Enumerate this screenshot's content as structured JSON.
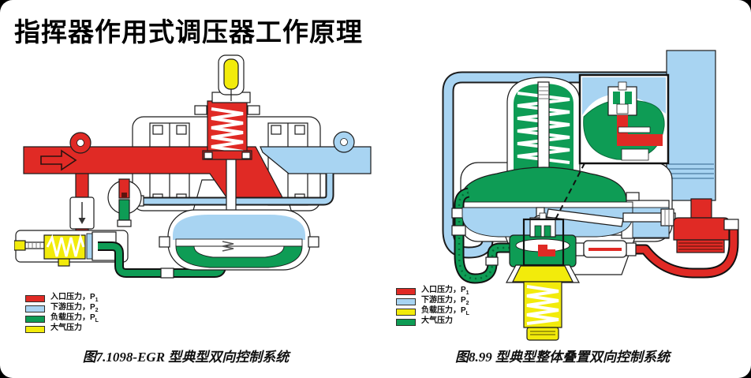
{
  "page": {
    "title": "指挥器作用式调压器工作原理",
    "background": "#ffffff"
  },
  "colors": {
    "inlet_red": "#E02A25",
    "downstream_blue": "#A8D4F2",
    "green": "#0E9C55",
    "yellow": "#F2EB0B"
  },
  "figures": [
    {
      "caption": "图7.1098-EGR 型典型双向控制系统",
      "legend": [
        {
          "color": "#E02A25",
          "label": "入口压力，P",
          "sub": "1"
        },
        {
          "color": "#A8D4F2",
          "label": "下游压力，P",
          "sub": "2"
        },
        {
          "color": "#0E9C55",
          "label": "负载压力，P",
          "sub": "L"
        },
        {
          "color": "#F2EB0B",
          "label": "大气压力",
          "sub": ""
        }
      ]
    },
    {
      "caption": "图8.99 型典型整体叠置双向控制系统",
      "legend": [
        {
          "color": "#E02A25",
          "label": "入口压力，P",
          "sub": "1"
        },
        {
          "color": "#A8D4F2",
          "label": "下游压力，P",
          "sub": "2"
        },
        {
          "color": "#F2EB0B",
          "label": "负载压力，P",
          "sub": "L"
        },
        {
          "color": "#0E9C55",
          "label": "大气压力",
          "sub": ""
        }
      ]
    }
  ]
}
